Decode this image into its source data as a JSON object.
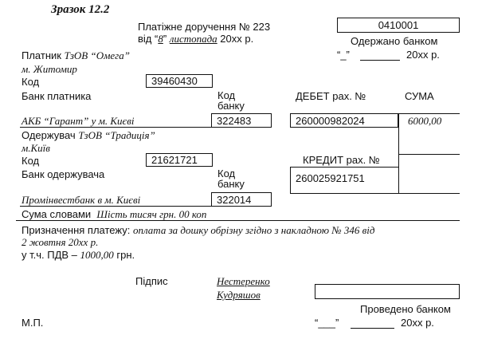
{
  "heading": {
    "sample_label": "Зразок 12.2",
    "title": "Платіжне доручення № 223",
    "date_prefix": "від “",
    "date_day": "8",
    "date_mid": "” ",
    "date_month": "листопада",
    "date_year": " 20хх р."
  },
  "form_code": "0410001",
  "received": {
    "label": "Одержано банком",
    "date_quote": "“_”",
    "date_year": "20хх р."
  },
  "payer": {
    "label": "Платник",
    "name": "ТзОВ “Омега”",
    "city": "м. Житомир",
    "code_label": "Код",
    "code_value": "39460430",
    "bank_label": "Банк платника",
    "bank_code_label": "Код банку",
    "bank_name": "АКБ “Гарант” у м. Києві",
    "bank_code_value": "322483"
  },
  "debit": {
    "label": "ДЕБЕТ рах. №",
    "account": "260000982024"
  },
  "sum": {
    "label": "СУМА",
    "value": "6000,00"
  },
  "receiver": {
    "label": "Одержувач",
    "name": "ТзОВ “Традиція”",
    "city": "м.Київ",
    "code_label": "Код",
    "code_value": "21621721",
    "bank_label": "Банк одержувача",
    "bank_code_label": "Код банку",
    "bank_name": "Промінвестбанк в м. Києві",
    "bank_code_value": "322014"
  },
  "credit": {
    "label": "КРЕДИТ рах. №",
    "account": "260025921751"
  },
  "sum_words": {
    "label": "Сума словами",
    "value": "Шість тисяч грн. 00 коп"
  },
  "purpose": {
    "label": "Призначення платежу:",
    "line1": "оплата за дошку обрізну згідно з накладною № 346 від",
    "line2": "2 жовтня 20хх р.",
    "vat_prefix": "у т.ч. ПДВ – ",
    "vat_amount": "1000,00",
    "vat_suffix": " грн."
  },
  "signature": {
    "label": "Підпис",
    "name1": "Нестеренко",
    "name2": "Кудряшов"
  },
  "stamp": {
    "label": "М.П."
  },
  "processed": {
    "label": "Проведено банком",
    "date_quote": "“___”",
    "date_year": "20хх р."
  }
}
